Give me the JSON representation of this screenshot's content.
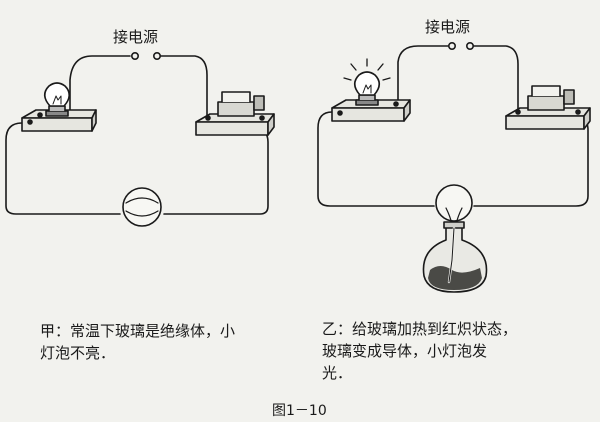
{
  "left": {
    "power_label": "接电源",
    "caption": [
      "甲：常温下玻璃是绝缘体，小",
      "灯泡不亮．"
    ]
  },
  "right": {
    "power_label": "接电源",
    "caption": [
      "乙：给玻璃加热到红炽状态，",
      "玻璃变成导体，小灯泡发",
      "光．"
    ]
  },
  "figure_number": "图1－10"
}
